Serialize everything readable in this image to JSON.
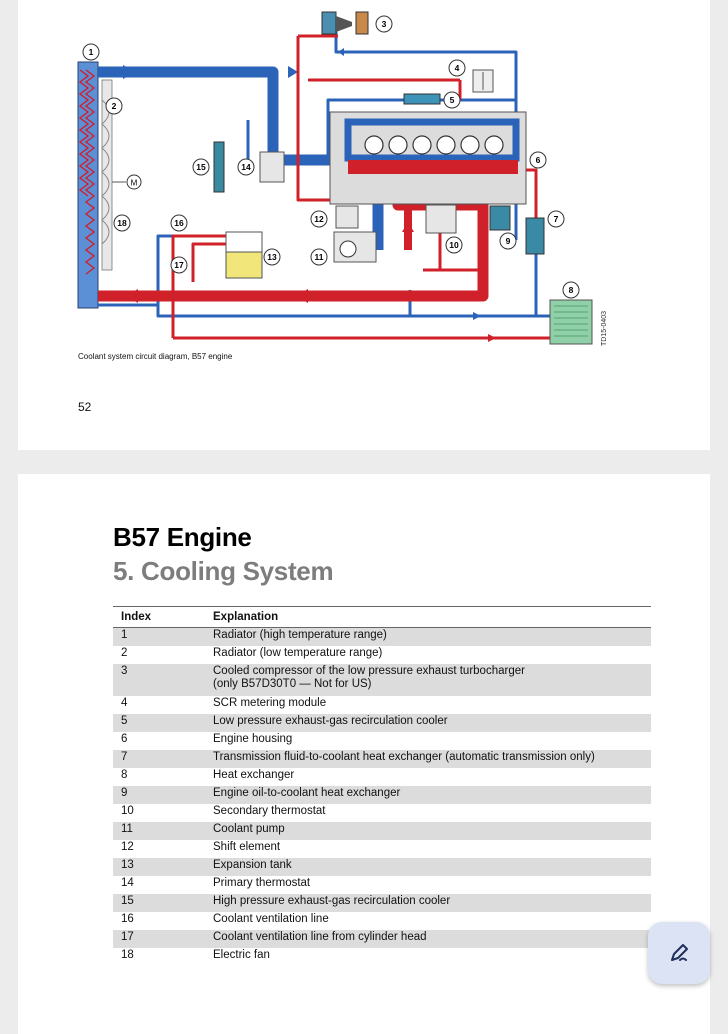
{
  "diagram": {
    "caption": "Coolant system circuit diagram, B57 engine",
    "code": "TD15-0403",
    "fan_symbol": "M",
    "callouts": [
      "1",
      "2",
      "3",
      "4",
      "5",
      "6",
      "7",
      "8",
      "9",
      "10",
      "11",
      "12",
      "13",
      "14",
      "15",
      "16",
      "17",
      "18"
    ]
  },
  "page1": {
    "page_number": "52"
  },
  "page2": {
    "title": "B57 Engine",
    "subtitle": "5. Cooling System",
    "table": {
      "headers": [
        "Index",
        "Explanation"
      ],
      "rows": [
        {
          "index": "1",
          "text": "Radiator (high temperature range)"
        },
        {
          "index": "2",
          "text": "Radiator (low temperature range)"
        },
        {
          "index": "3",
          "text": "Cooled compressor of the low pressure exhaust turbocharger",
          "text2": "(only B57D30T0 — Not for US)"
        },
        {
          "index": "4",
          "text": "SCR metering module"
        },
        {
          "index": "5",
          "text": "Low pressure exhaust-gas recirculation cooler"
        },
        {
          "index": "6",
          "text": "Engine housing"
        },
        {
          "index": "7",
          "text": "Transmission fluid-to-coolant heat exchanger (automatic transmission only)"
        },
        {
          "index": "8",
          "text": "Heat exchanger"
        },
        {
          "index": "9",
          "text": "Engine oil-to-coolant heat exchanger"
        },
        {
          "index": "10",
          "text": "Secondary thermostat"
        },
        {
          "index": "11",
          "text": "Coolant pump"
        },
        {
          "index": "12",
          "text": "Shift element"
        },
        {
          "index": "13",
          "text": "Expansion tank"
        },
        {
          "index": "14",
          "text": "Primary thermostat"
        },
        {
          "index": "15",
          "text": "High pressure exhaust-gas recirculation cooler"
        },
        {
          "index": "16",
          "text": "Coolant ventilation line"
        },
        {
          "index": "17",
          "text": "Coolant ventilation line from cylinder head"
        },
        {
          "index": "18",
          "text": "Electric fan"
        }
      ]
    }
  },
  "fab": {
    "icon": "edit-pencil-icon"
  },
  "colors": {
    "hot": "#d0202a",
    "cold": "#2b63b8",
    "accent_fab": "#dbe3f5"
  }
}
